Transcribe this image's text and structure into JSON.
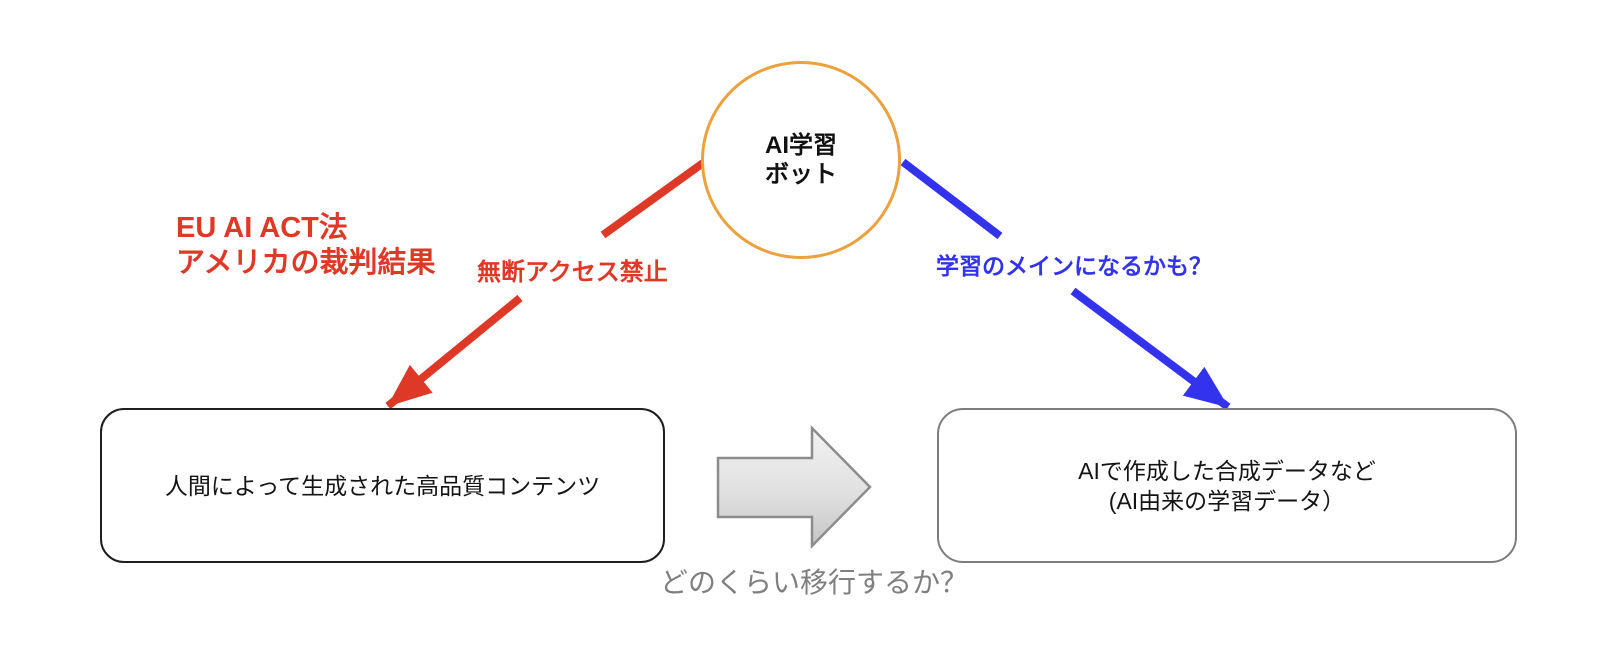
{
  "colors": {
    "red": "#DE3926",
    "blue": "#3333EE",
    "orange": "#EBA13E",
    "gray_text": "#7F7F7F",
    "left_box_border": "#1E1E1E",
    "right_box_border": "#7D7D7D",
    "block_arrow_fill_top": "#F2F2F2",
    "block_arrow_fill_bottom": "#C5C5C5",
    "block_arrow_stroke": "#8C8C8C"
  },
  "circle_node": {
    "label": "AI学習\nボット"
  },
  "annotations": {
    "left_red": "EU AI ACT法\nアメリカの裁判結果",
    "red_arrow_label": "無断アクセス禁止",
    "blue_arrow_label": "学習のメインになるかも？",
    "transition_question": "どのくらい移行するか？"
  },
  "left_box": {
    "label": "人間によって生成された高品質コンテンツ"
  },
  "right_box": {
    "label": "AIで作成した合成データなど\n(AI由来の学習データ）"
  }
}
